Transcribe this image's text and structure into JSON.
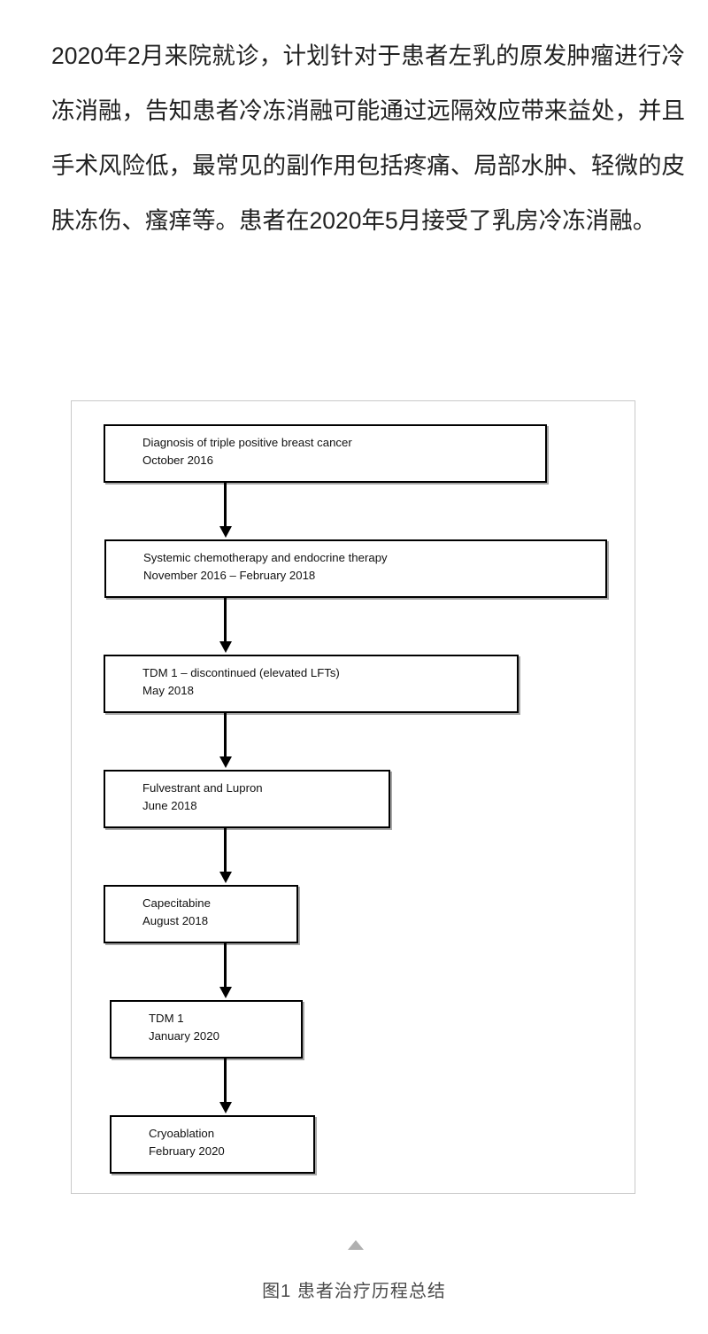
{
  "article": {
    "paragraph": "2020年2月来院就诊，计划针对于患者左乳的原发肿瘤进行冷冻消融，告知患者冷冻消融可能通过远隔效应带来益处，并且手术风险低，最常见的副作用包括疼痛、局部水肿、轻微的皮肤冻伤、瘙痒等。患者在2020年5月接受了乳房冷冻消融。"
  },
  "figure": {
    "caption": "图1  患者治疗历程总结",
    "collapse_icon": "triangle-up-icon",
    "flowchart": {
      "type": "flowchart",
      "orientation": "vertical",
      "connector": "down-arrow",
      "nodes": [
        {
          "title": "Diagnosis of triple positive breast cancer",
          "date": "October 2016"
        },
        {
          "title": "Systemic chemotherapy and endocrine therapy",
          "date": "November 2016 – February 2018"
        },
        {
          "title": "TDM 1 – discontinued (elevated LFTs)",
          "date": "May 2018"
        },
        {
          "title": "Fulvestrant and Lupron",
          "date": "June 2018"
        },
        {
          "title": "Capecitabine",
          "date": "August 2018"
        },
        {
          "title": "TDM 1",
          "date": "January 2020"
        },
        {
          "title": "Cryoablation",
          "date": "February 2020"
        }
      ]
    }
  },
  "colors": {
    "node_border": "#000000",
    "container_border": "#c9c9c9",
    "text": "#1a1a1a",
    "caption_text": "#4a4a4a",
    "collapse_icon": "#b0b0b0"
  }
}
